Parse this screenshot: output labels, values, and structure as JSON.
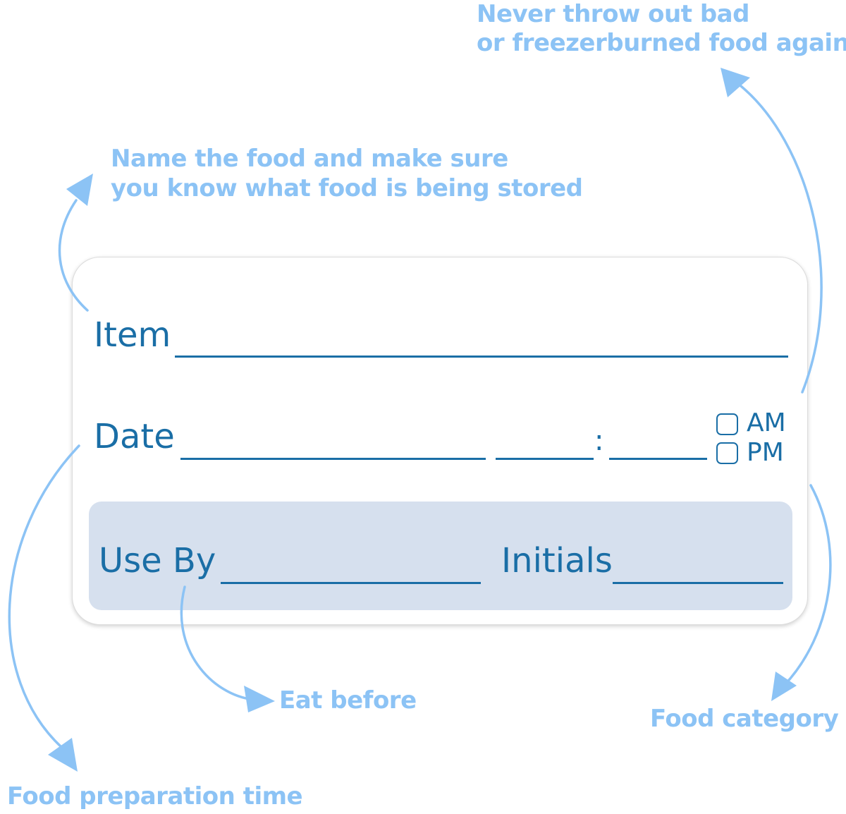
{
  "callouts": {
    "top": {
      "line1": "Never throw out bad",
      "line2": "or freezerburned food again!"
    },
    "name_food": {
      "line1": "Name the food and make sure",
      "line2": "you know what food is being stored"
    },
    "eat_before": "Eat before",
    "food_category": "Food category",
    "food_prep_time": "Food preparation time"
  },
  "label": {
    "item": "Item",
    "date": "Date",
    "time_separator": ":",
    "am": "AM",
    "pm": "PM",
    "use_by": "Use By",
    "initials": "Initials"
  },
  "colors": {
    "callout_text": "#8cc3f5",
    "arrow": "#8cc3f5",
    "label_text": "#1a6ea6",
    "use_by_band": "#d6e0ee"
  }
}
